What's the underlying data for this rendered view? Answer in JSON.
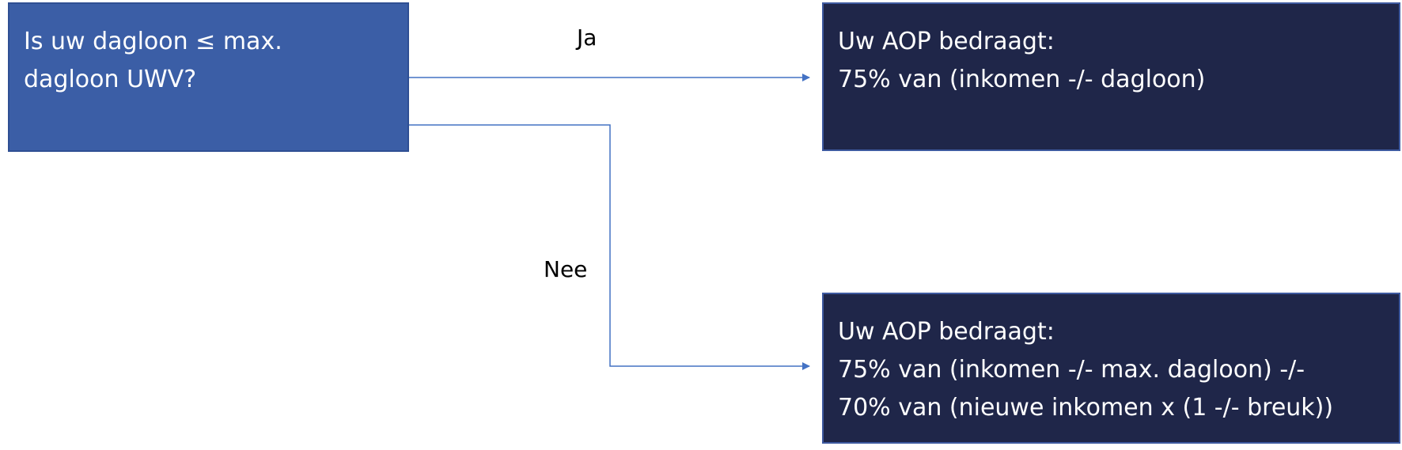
{
  "question": {
    "lines": [
      "Is uw dagloon ≤ max.",
      "dagloon UWV?"
    ]
  },
  "branches": {
    "yes_label": "Ja",
    "no_label": "Nee"
  },
  "yes_result": {
    "lines": [
      "Uw AOP bedraagt:",
      "75% van (inkomen -/- dagloon)"
    ]
  },
  "no_result": {
    "lines": [
      "Uw AOP bedraagt:",
      "75% van (inkomen -/- max. dagloon) -/-",
      "70% van (nieuwe inkomen x (1 -/- breuk))"
    ]
  },
  "colors": {
    "question_fill": "#3b5ea6",
    "result_fill": "#1f2649",
    "connector": "#4472c4"
  }
}
